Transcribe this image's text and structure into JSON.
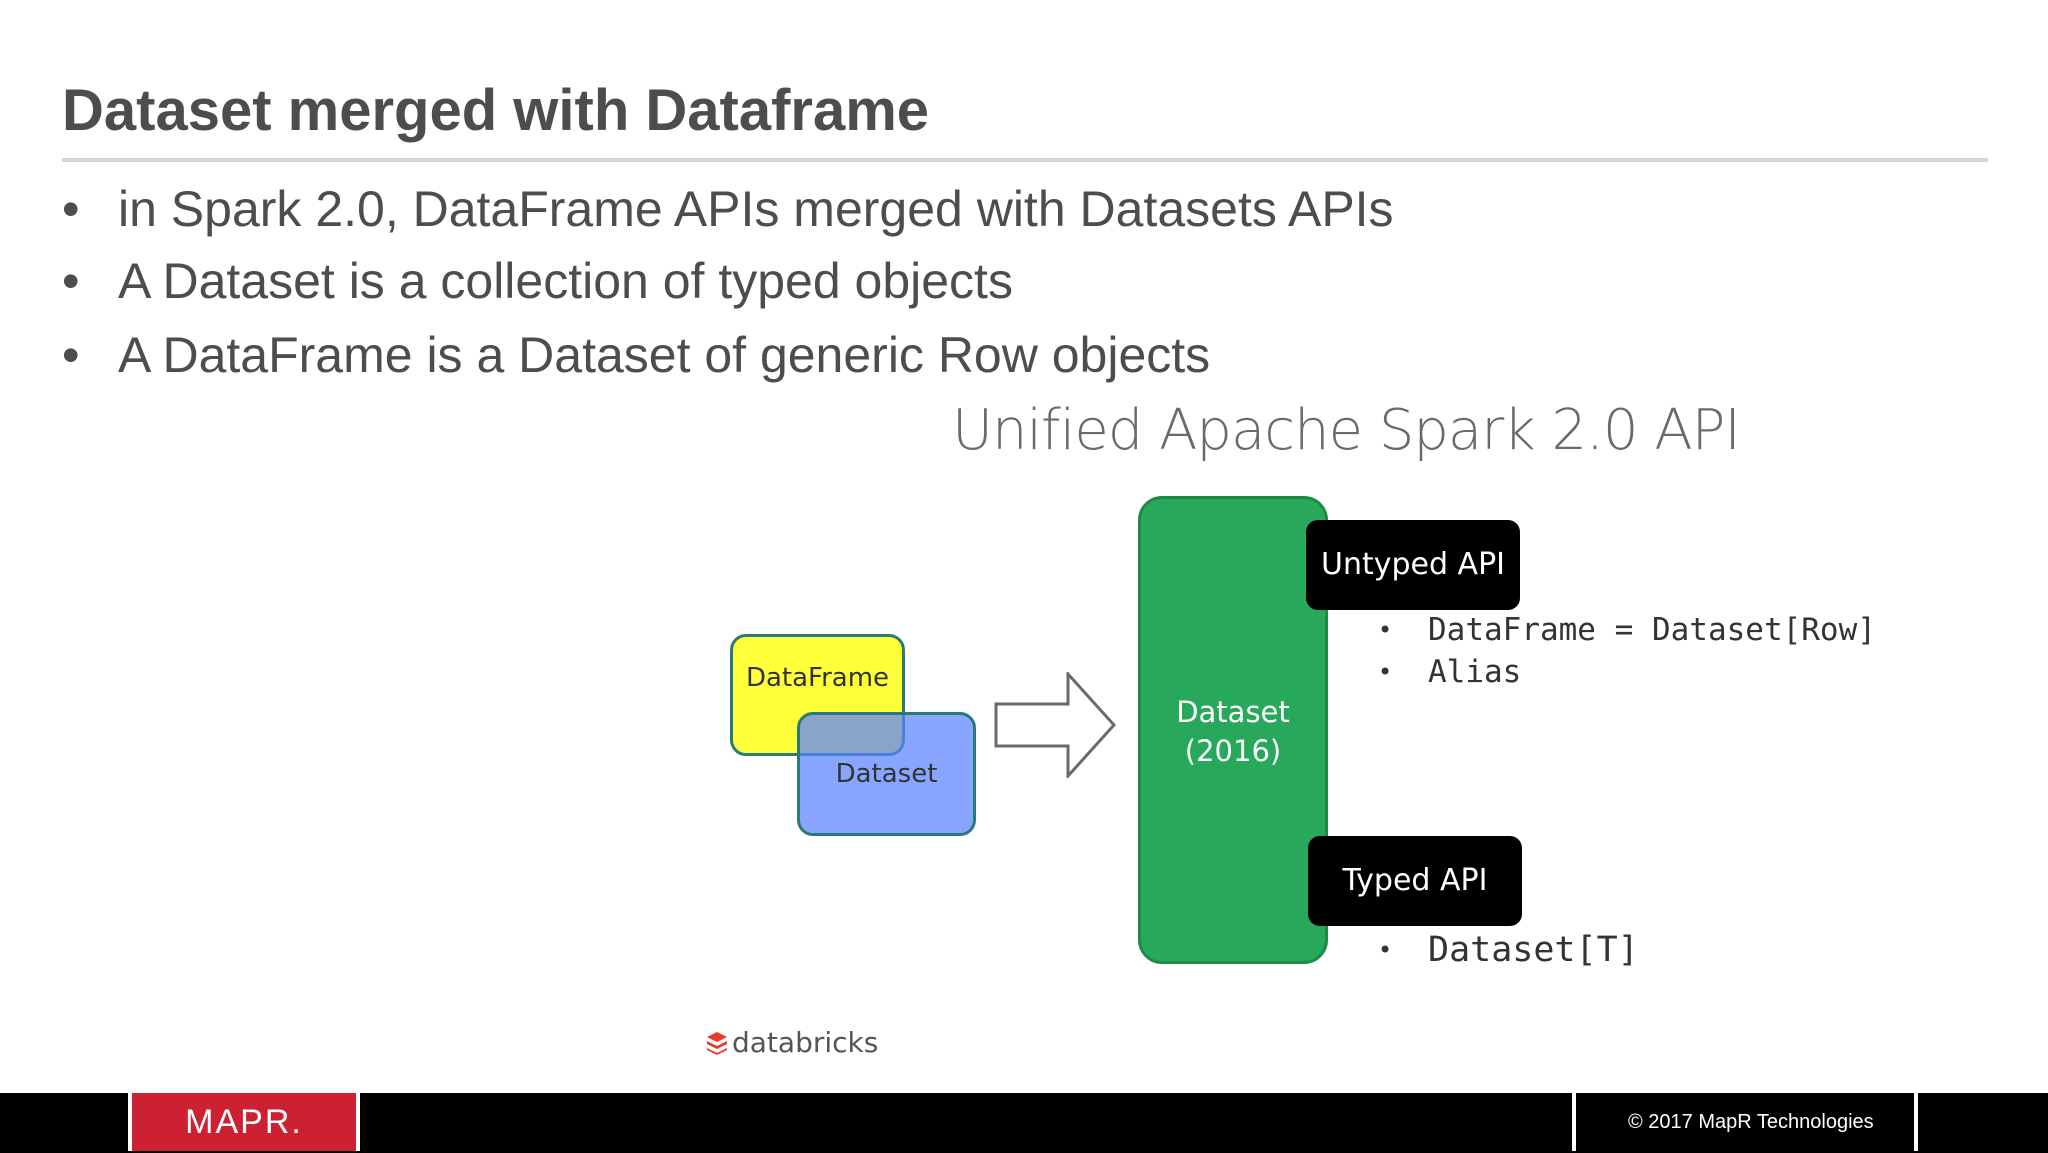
{
  "slide": {
    "title": "Dataset merged with Dataframe",
    "bullets": [
      "in Spark 2.0, DataFrame APIs merged with Datasets APIs",
      "A Dataset is a collection of typed objects",
      "A DataFrame is a Dataset of generic Row objects"
    ],
    "bullet_symbol": "•"
  },
  "diagram": {
    "title": "Unified Apache Spark 2.0 API",
    "dataframe_label": "DataFrame",
    "dataset_label": "Dataset",
    "center_label_line1": "Dataset",
    "center_label_line2": "(2016)",
    "untyped_api": {
      "label": "Untyped API",
      "items": [
        "DataFrame = Dataset[Row]",
        "Alias"
      ]
    },
    "typed_api": {
      "label": "Typed API",
      "items": [
        "Dataset[T]"
      ]
    },
    "brand": "databricks",
    "colors": {
      "dataframe": "#ffff3a",
      "dataset": "#7a9aff",
      "center": "#27a85a",
      "api_box": "#000000"
    }
  },
  "footer": {
    "logo": "MAPR.",
    "copyright": "© 2017 MapR Technologies",
    "logo_color": "#cc2033"
  }
}
